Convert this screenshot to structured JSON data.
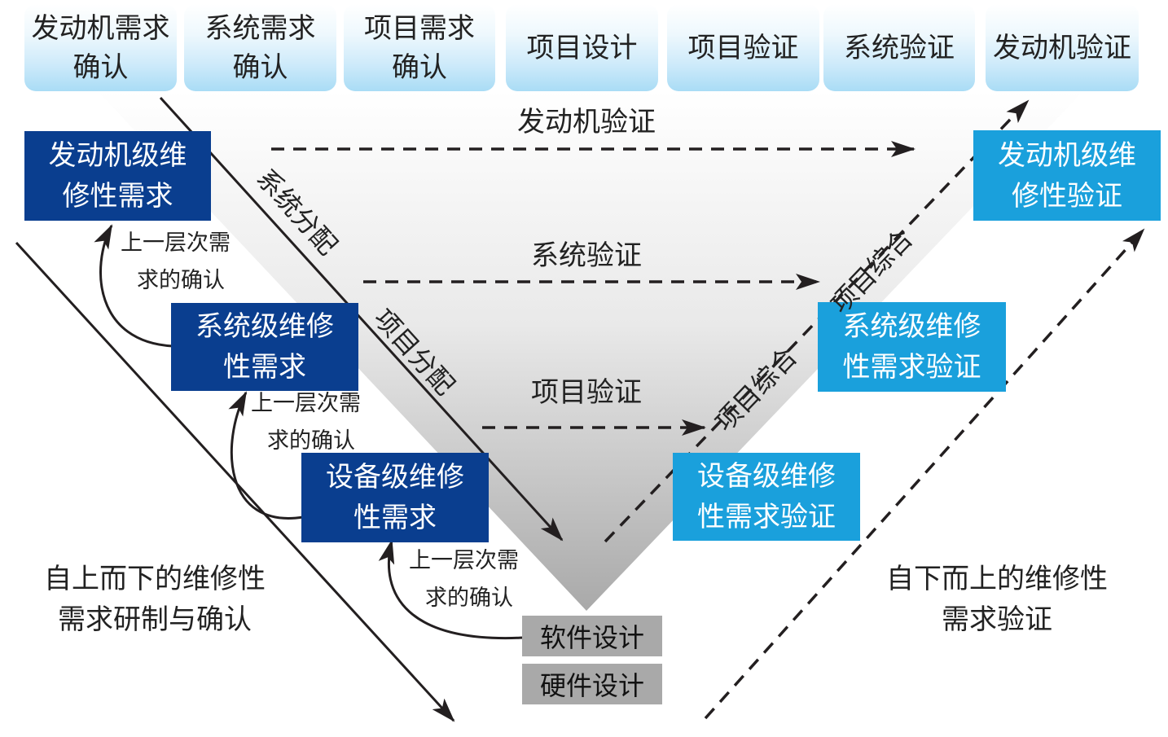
{
  "phases": [
    {
      "line1": "发动机需求",
      "line2": "确认"
    },
    {
      "line1": "系统需求",
      "line2": "确认"
    },
    {
      "line1": "项目需求",
      "line2": "确认"
    },
    {
      "line1": "项目设计",
      "line2": ""
    },
    {
      "line1": "项目验证",
      "line2": ""
    },
    {
      "line1": "系统验证",
      "line2": ""
    },
    {
      "line1": "发动机验证",
      "line2": ""
    }
  ],
  "requirements": {
    "engine": {
      "line1": "发动机级维",
      "line2": "修性需求"
    },
    "system": {
      "line1": "系统级维修",
      "line2": "性需求"
    },
    "equipment": {
      "line1": "设备级维修",
      "line2": "性需求"
    }
  },
  "verifications": {
    "engine": {
      "line1": "发动机级维",
      "line2": "修性验证"
    },
    "system": {
      "line1": "系统级维修",
      "line2": "性需求验证"
    },
    "equipment": {
      "line1": "设备级维修",
      "line2": "性需求验证"
    }
  },
  "bottom": {
    "software": "软件设计",
    "hardware": "硬件设计"
  },
  "flows": {
    "engine_verification": "发动机验证",
    "system_verification": "系统验证",
    "item_verification": "项目验证",
    "system_allocation": "系统分配",
    "item_allocation": "项目分配",
    "item_integration_upper": "项目综合",
    "item_integration_lower": "项目综合"
  },
  "confirm_notes": [
    {
      "line1": "上一层次需",
      "line2": "求的确认"
    },
    {
      "line1": "上一层次需",
      "line2": "求的确认"
    },
    {
      "line1": "上一层次需",
      "line2": "求的确认"
    }
  ],
  "side_notes": {
    "left": {
      "line1": "自上而下的维修性",
      "line2": "需求研制与确认"
    },
    "right": {
      "line1": "自下而上的维修性",
      "line2": "需求验证"
    }
  },
  "colors": {
    "requirement_box": "#0a3e8f",
    "verification_box": "#1aa0dc",
    "design_box": "#a9a9a9",
    "phase_tab": "#a9dcf5"
  }
}
